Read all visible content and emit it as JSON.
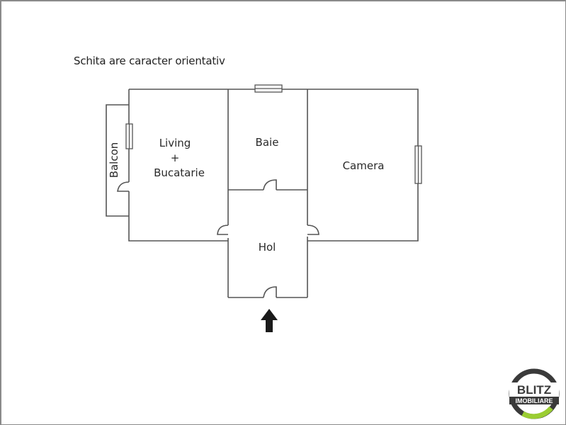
{
  "note": "Schita are caracter orientativ",
  "rooms": {
    "living_line1": "Living",
    "living_plus": "+",
    "living_line2": "Bucatarie",
    "baie": "Baie",
    "camera": "Camera",
    "hol": "Hol",
    "balcon": "Balcon"
  },
  "logo": {
    "top": "BLITZ",
    "bottom": "IMOBILIARE",
    "ring_color": "#3a3a3a",
    "accent_color": "#9acd32"
  },
  "colors": {
    "wall": "#555555",
    "arrow": "#1a1a1a",
    "border": "#8a8a8a"
  },
  "entrance_arrow": "up-arrow"
}
